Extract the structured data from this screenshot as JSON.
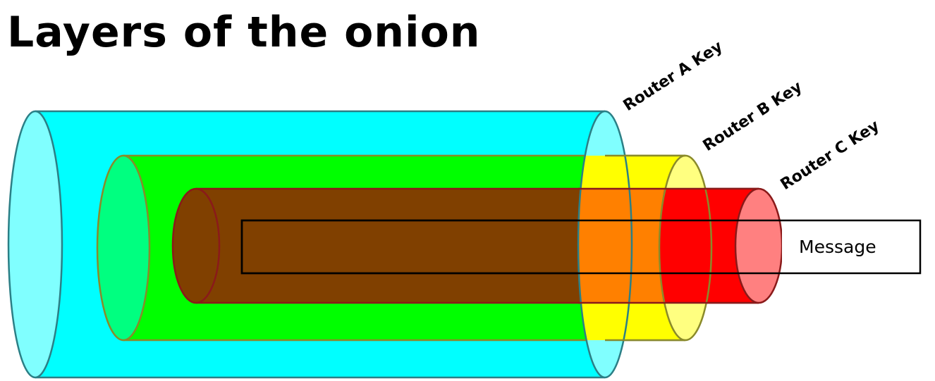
{
  "title": "Layers of the onion",
  "layers": {
    "router_a": {
      "key_label": "Router A Key",
      "color": "#00ffff",
      "cap_color": "#80ffff",
      "edge_color": "#2b7f86"
    },
    "router_b": {
      "key_label": "Router B Key",
      "color": "#00ff00",
      "cap_color": "#00ff80",
      "overlap_color": "#ffff00",
      "overlap_cap_color": "#ffff80",
      "edge_color": "#8a8a2a"
    },
    "router_c": {
      "key_label": "Router C Key",
      "color": "#804000",
      "overlap_color_a": "#ff8000",
      "overlap_color_b": "#ff0000",
      "cap_color": "#ff8080",
      "edge_color": "#8a1a1a"
    }
  },
  "message": {
    "label": "Message"
  }
}
